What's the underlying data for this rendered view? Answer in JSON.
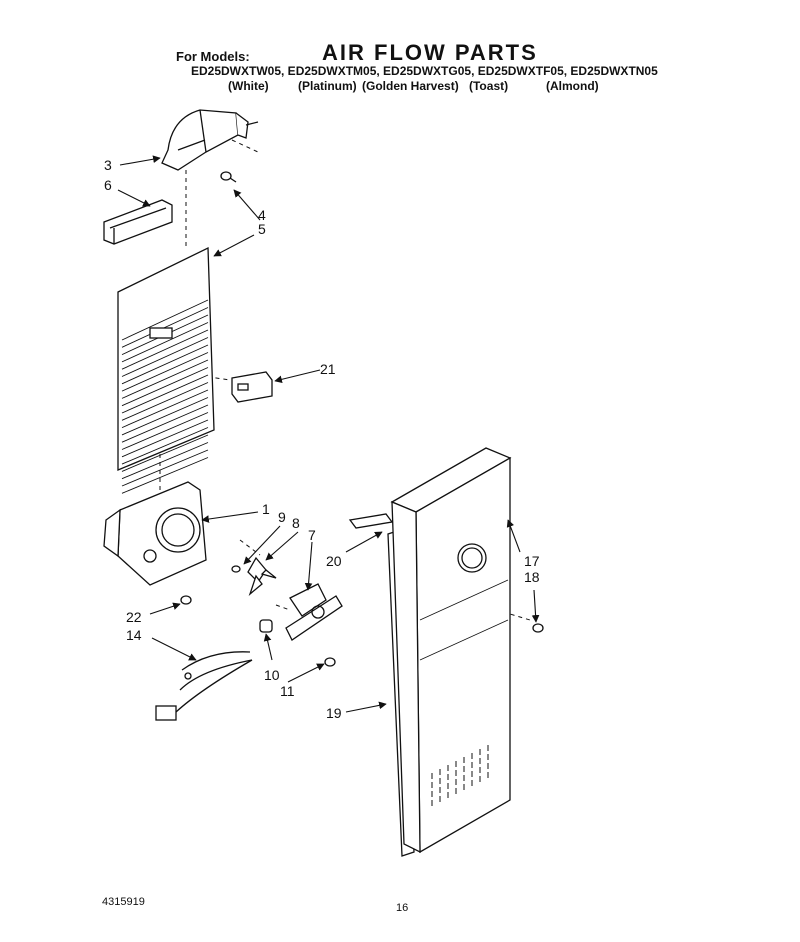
{
  "header": {
    "for_models": "For Models:",
    "title": "AIR FLOW PARTS",
    "model_line": "ED25DWXTW05, ED25DWXTM05, ED25DWXTG05, ED25DWXTF05, ED25DWXTN05",
    "colors": [
      "(White)",
      "(Platinum)",
      "(Golden Harvest)",
      "(Toast)",
      "(Almond)"
    ]
  },
  "callouts": [
    "3",
    "6",
    "4",
    "5",
    "21",
    "1",
    "9",
    "8",
    "7",
    "20",
    "17",
    "18",
    "22",
    "14",
    "10",
    "11",
    "19"
  ],
  "footer": {
    "doc_number": "4315919",
    "page_number": "16"
  }
}
